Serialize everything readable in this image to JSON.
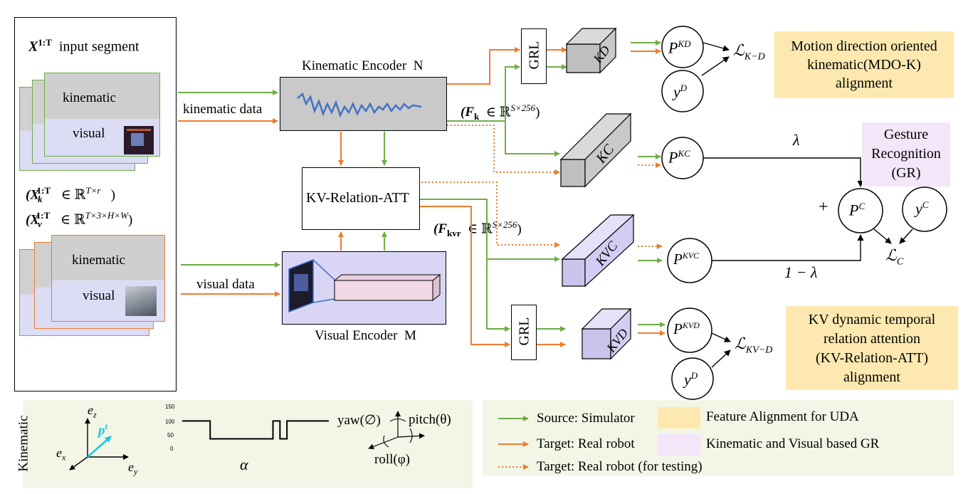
{
  "input": {
    "title_symbol": "X",
    "title_sup": "1:T",
    "title_text": "input segment",
    "kinematic_label": "kinematic",
    "visual_label": "visual",
    "xk_formula": "(X",
    "xk_sub": "k",
    "xk_sup": "1:T",
    "xk_rest": "∈ ℝ",
    "xk_dim": "T×r",
    "xk_close": ")",
    "xv_formula": "(X",
    "xv_sub": "v",
    "xv_sup": "1:T",
    "xv_rest": "∈ ℝ",
    "xv_dim": "T×3×H×W",
    "xv_close": ")",
    "kinematic_label_2": "kinematic",
    "visual_label_2": "visual"
  },
  "flows": {
    "kinematic_data": "kinematic data",
    "visual_data": "visual data"
  },
  "encoders": {
    "kinematic_title": "Kinematic Encoder",
    "kinematic_symbol": "N",
    "visual_title": "Visual Encoder",
    "visual_symbol": "M",
    "relation": "KV-Relation-ATT"
  },
  "features": {
    "fk_open": "(F",
    "fk_sub": "k",
    "fk_rest": "∈ ℝ",
    "fk_dim": "S×256",
    "fk_close": ")",
    "fkvr_open": "(F",
    "fkvr_sub": "kvr",
    "fkvr_rest": "∈ ℝ",
    "fkvr_dim": "S×256",
    "fkvr_close": ")"
  },
  "blocks": {
    "grl_top": "GRL",
    "grl_bottom": "GRL",
    "kd": "KD",
    "kc": "KC",
    "kvc": "KVC",
    "kvd": "KVD"
  },
  "nodes": {
    "p_kd": "P",
    "p_kd_sup": "KD",
    "y_d_top": "y",
    "y_d_top_sup": "D",
    "p_kc": "P",
    "p_kc_sup": "KC",
    "p_c": "P",
    "p_c_sup": "C",
    "y_c": "y",
    "y_c_sup": "C",
    "p_kvc": "P",
    "p_kvc_sup": "KVC",
    "p_kvd": "P",
    "p_kvd_sup": "KVD",
    "y_d_bottom": "y",
    "y_d_bottom_sup": "D"
  },
  "losses": {
    "l_kd": "ℒ",
    "l_kd_sub": "K−D",
    "l_c": "ℒ",
    "l_c_sub": "C",
    "l_kvd": "ℒ",
    "l_kvd_sub": "KV−D"
  },
  "weights": {
    "lambda": "λ",
    "one_minus_lambda": "1 − λ",
    "plus": "+"
  },
  "panels": {
    "mdo_k": "Motion direction oriented kinematic(MDO-K) alignment",
    "mdo_k_lines": [
      "Motion direction oriented",
      "kinematic(MDO-K)",
      "alignment"
    ],
    "gr_lines": [
      "Gesture",
      "Recognition",
      "(GR)"
    ],
    "kv_lines": [
      "KV dynamic temporal",
      "relation attention",
      "(KV-Relation-ATT)",
      "alignment"
    ]
  },
  "kinematic_panel": {
    "side_label": "Kinematic",
    "ez": "e",
    "ez_sub": "z",
    "ex": "e",
    "ex_sub": "x",
    "ey": "e",
    "ey_sub": "y",
    "pt": "p",
    "pt_sup": "t",
    "alpha": "α",
    "yaw": "yaw(∅)",
    "pitch": "pitch(θ)",
    "roll": "roll(φ)",
    "ticks": [
      "150",
      "100",
      "50",
      "0"
    ],
    "signal": [
      100,
      100,
      100,
      100,
      35,
      35,
      35,
      35,
      35,
      35,
      35,
      35,
      35,
      100,
      35,
      100,
      100,
      100,
      100,
      100,
      100,
      100
    ]
  },
  "legend": {
    "source": "Source: Simulator",
    "target": "Target: Real robot",
    "target_test": "Target: Real robot (for testing)",
    "feature_alignment": "Feature Alignment for UDA",
    "kv_gr": "Kinematic and Visual based GR"
  },
  "colors": {
    "green": "#70ad47",
    "orange": "#ed7d31",
    "yellow_panel": "#fde9b0",
    "pink_panel": "#f3e6f8",
    "lavender": "#d9d6f5",
    "gray_box": "#c9c9c9",
    "cyan": "#14c7e6",
    "wave": "#4472c4",
    "panel_bg": "#f3f5e6"
  }
}
